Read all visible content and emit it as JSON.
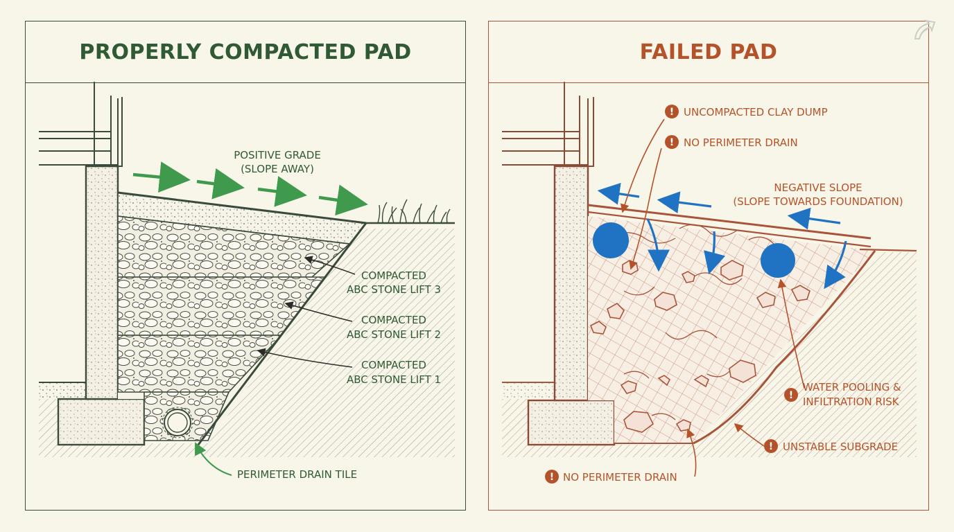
{
  "left": {
    "title": "PROPERLY COMPACTED PAD",
    "positive_grade": [
      "POSITIVE GRADE",
      "(SLOPE AWAY)"
    ],
    "lift3": [
      "COMPACTED",
      "ABC STONE LIFT 3"
    ],
    "lift2": [
      "COMPACTED",
      "ABC STONE LIFT 2"
    ],
    "lift1": [
      "COMPACTED",
      "ABC STONE LIFT 1"
    ],
    "drain": "PERIMETER DRAIN TILE"
  },
  "right": {
    "title": "FAILED PAD",
    "clay": "UNCOMPACTED CLAY DUMP",
    "no_drain_top": "NO PERIMETER DRAIN",
    "negative_slope": [
      "NEGATIVE SLOPE",
      "(SLOPE TOWARDS FOUNDATION)"
    ],
    "water": [
      "WATER POOLING &",
      "INFILTRATION RISK"
    ],
    "unstable": "UNSTABLE SUBGRADE",
    "no_drain_bottom": "NO PERIMETER DRAIN",
    "alert_glyph": "!"
  },
  "colors": {
    "green": "#2f5a34",
    "arrow_green": "#3f9a4d",
    "rust": "#b4532a",
    "water_blue": "#1f73c2",
    "ink": "#3a3a33",
    "paper": "#f8f5e9"
  }
}
